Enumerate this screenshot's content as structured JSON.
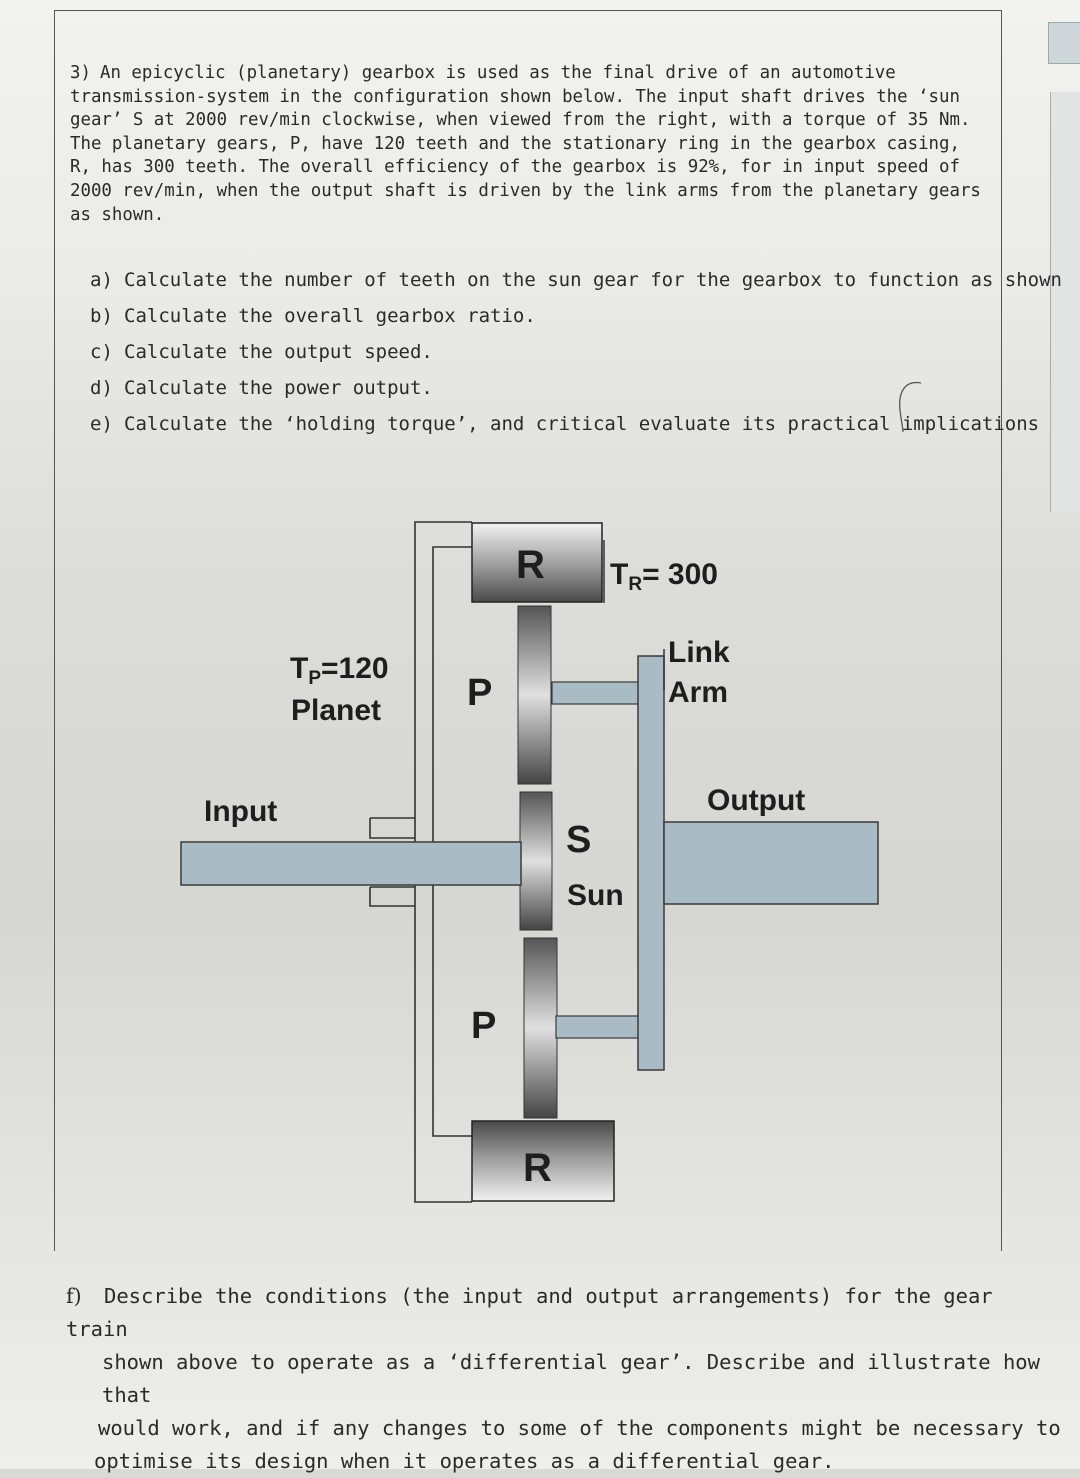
{
  "question": {
    "number": "3)",
    "text": "An epicyclic (planetary) gearbox is used as the final drive of an automotive transmission-system in the configuration shown below. The input shaft drives the ‘sun gear’ S at 2000 rev/min clockwise, when viewed from the right, with a torque of 35 Nm. The planetary gears, P, have 120 teeth and the stationary ring in the gearbox casing, R, has 300 teeth. The overall efficiency of the gearbox is 92%, for in input speed of 2000 rev/min, when the output shaft is driven by the link arms from the planetary gears as shown."
  },
  "parts": [
    {
      "label": "a)",
      "text": "Calculate the number of teeth on the sun gear for the gearbox to function as shown"
    },
    {
      "label": "b)",
      "text": "Calculate the overall gearbox ratio."
    },
    {
      "label": "c)",
      "text": "Calculate the output speed."
    },
    {
      "label": "d)",
      "text": "Calculate the power output."
    },
    {
      "label": "e)",
      "text": "Calculate the ‘holding torque’, and critical evaluate its practical implications"
    }
  ],
  "diagram": {
    "ring_label_top": "R",
    "ring_label_bottom": "R",
    "ring_teeth": "T",
    "ring_teeth_sub": "R",
    "ring_teeth_value": "= 300",
    "planet_teeth": "T",
    "planet_teeth_sub": "P",
    "planet_teeth_value": "=120",
    "planet_word": "Planet",
    "planet_label_top": "P",
    "planet_label_bottom": "P",
    "link_line1": "Link",
    "link_line2": "Arm",
    "input_label": "Input",
    "output_label": "Output",
    "sun_label": "S",
    "sun_word": "Sun"
  },
  "part_f": {
    "label": "f)",
    "lines": [
      "Describe the conditions (the input and output arrangements) for the gear train",
      "shown above to operate as a ‘differential gear’.  Describe and illustrate how that",
      "would work, and if any changes to some of the components might be necessary to",
      "optimise its design when it operates as a differential gear."
    ]
  },
  "colors": {
    "shaft": "#a9bcc6",
    "shaft_border": "#3a3a3a",
    "gear_dark": "#4a4a4a",
    "gear_light": "#e8e8e8"
  }
}
